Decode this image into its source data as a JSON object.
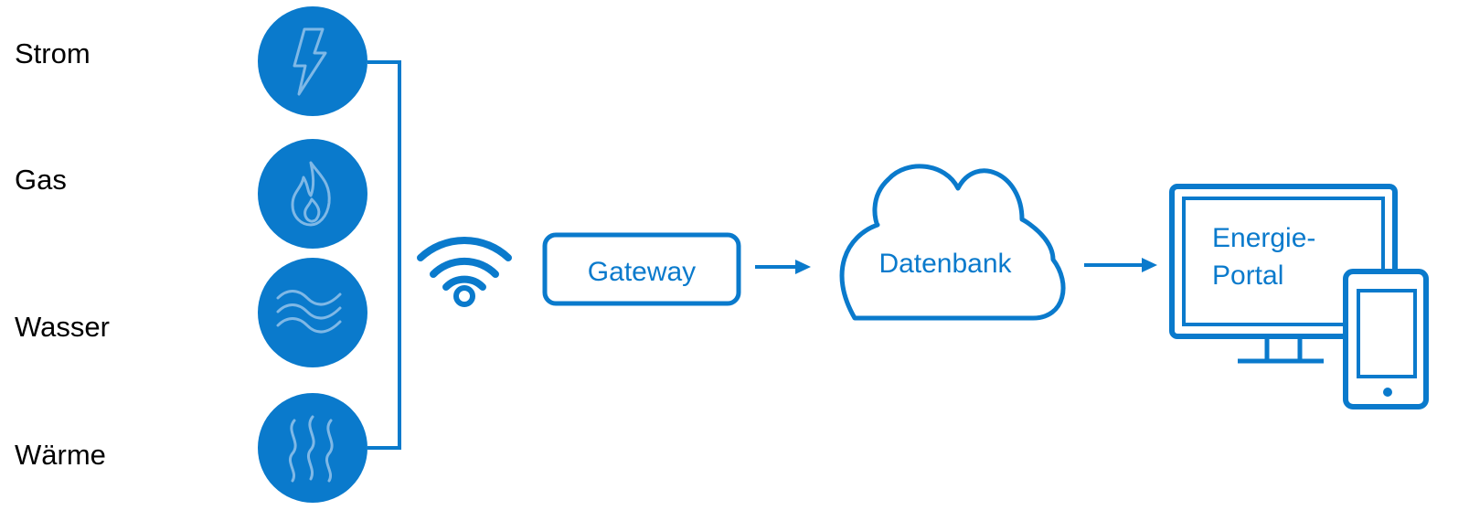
{
  "colors": {
    "primary": "#0a7acc",
    "icon_stroke": "#7fb8e6",
    "text": "#000000"
  },
  "sources": [
    {
      "label": "Strom",
      "icon": "lightning-icon"
    },
    {
      "label": "Gas",
      "icon": "flame-icon"
    },
    {
      "label": "Wasser",
      "icon": "water-waves-icon"
    },
    {
      "label": "Wärme",
      "icon": "heat-waves-icon"
    }
  ],
  "wireless": {
    "icon": "wifi-icon"
  },
  "gateway": {
    "label": "Gateway"
  },
  "database": {
    "label": "Datenbank",
    "icon": "cloud-icon"
  },
  "portal": {
    "label_line1": "Energie-",
    "label_line2": "Portal",
    "icons": [
      "monitor-icon",
      "smartphone-icon"
    ]
  }
}
